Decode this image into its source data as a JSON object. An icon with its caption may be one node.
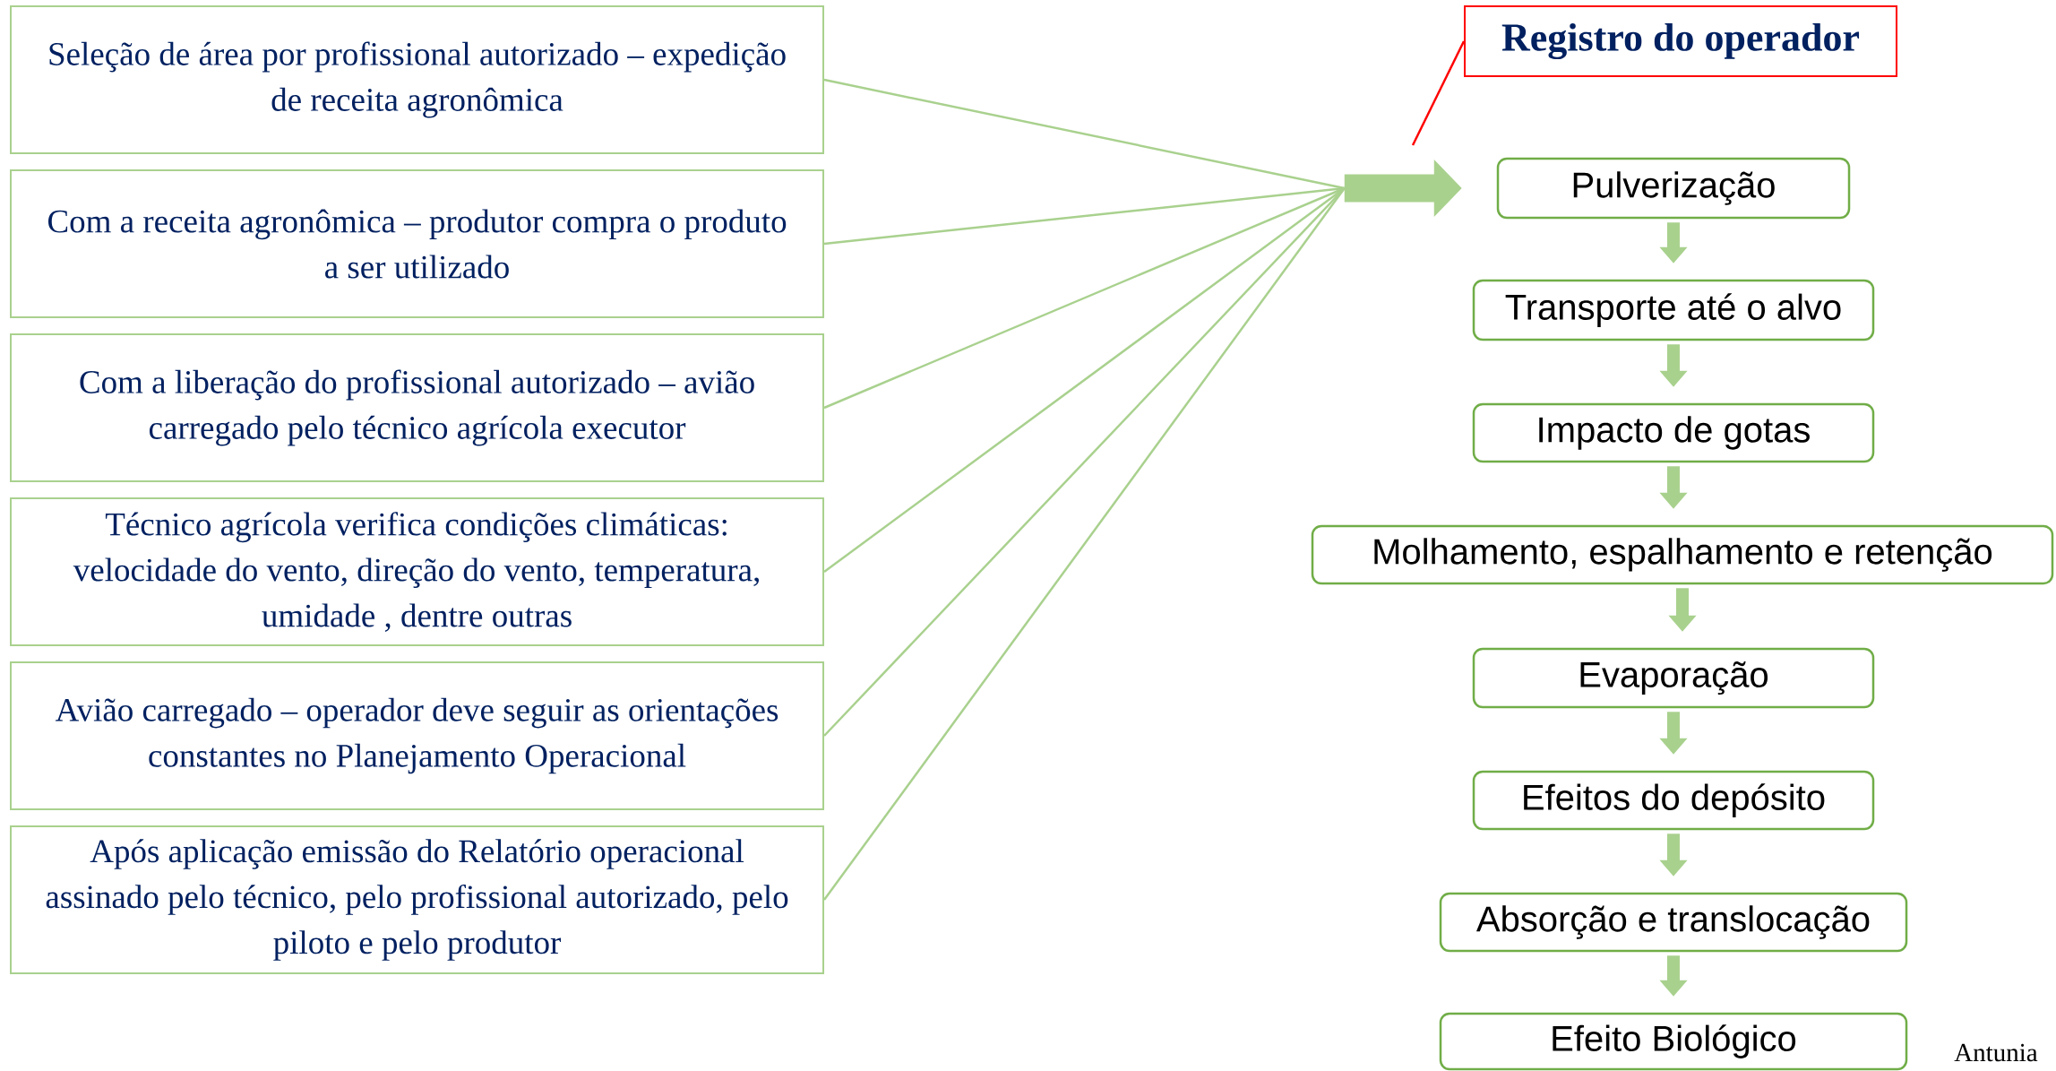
{
  "diagram": {
    "nodes": [
      {
        "text": [
          "Seleção de área por profissional autorizado – expedição de receita agronômica"
        ]
      },
      {
        "text": [
          "Com a receita agronômica – produtor compra o produto a ser utilizado"
        ]
      },
      {
        "text": [
          "Com a liberação do profissional autorizado – avião carregado pelo técnico agrícola executor"
        ]
      },
      {
        "text": [
          "Técnico agrícola verifica condições climáticas: velocidade do vento, direção do vento, temperatura, umidade , dentre outras"
        ]
      },
      {
        "text": [
          "Avião carregado – operador deve seguir as orientações constantes no Planejamento Operacional"
        ]
      },
      {
        "text": [
          "Após aplicação emissão do Relatório operacional assinado pelo técnico, pelo profissional autorizado, pelo piloto e pelo produtor"
        ]
      },
      {
        "text": [
          "Registro do operador"
        ]
      },
      {
        "text": [
          "Pulverização"
        ]
      },
      {
        "text": [
          "Transporte até o alvo"
        ]
      },
      {
        "text": [
          "Impacto de gotas"
        ]
      },
      {
        "text": [
          "Molhamento, espalhamento e retenção"
        ]
      },
      {
        "text": [
          "Evaporação"
        ]
      },
      {
        "text": [
          "Efeitos do depósito"
        ]
      },
      {
        "text": [
          "Absorção e translocação"
        ]
      },
      {
        "text": [
          "Efeito Biológico"
        ]
      }
    ],
    "edges": [
      {
        "from": 0,
        "to": 7,
        "arrow": "to"
      },
      {
        "from": 1,
        "to": 7,
        "arrow": "to"
      },
      {
        "from": 2,
        "to": 7,
        "arrow": "to"
      },
      {
        "from": 3,
        "to": 7,
        "arrow": "to"
      },
      {
        "from": 4,
        "to": 7,
        "arrow": "to"
      },
      {
        "from": 5,
        "to": 7,
        "arrow": "to"
      },
      {
        "from": 7,
        "to": 8,
        "arrow": "to",
        "style": "thick"
      },
      {
        "from": 8,
        "to": 9,
        "arrow": "to",
        "style": "thick"
      },
      {
        "from": 9,
        "to": 10,
        "arrow": "to",
        "style": "thick"
      },
      {
        "from": 10,
        "to": 11,
        "arrow": "to",
        "style": "thick"
      },
      {
        "from": 11,
        "to": 12,
        "arrow": "to",
        "style": "thick"
      },
      {
        "from": 12,
        "to": 13,
        "arrow": "to",
        "style": "thick"
      },
      {
        "from": 13,
        "to": 14,
        "arrow": "to",
        "style": "thick"
      },
      {
        "from": 6,
        "to": null,
        "arrow": "none",
        "color": "#ff0000"
      }
    ],
    "labels": [
      "Antunia"
    ]
  }
}
